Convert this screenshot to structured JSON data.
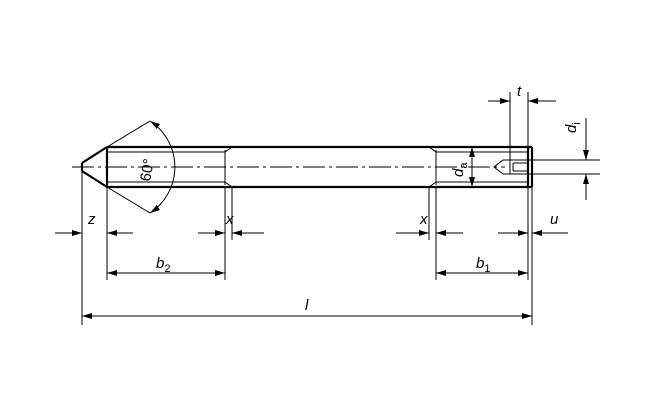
{
  "labels": {
    "z": "z",
    "x_left": "x",
    "x_right": "x",
    "u": "u",
    "b2_main": "b",
    "b2_sub": "2",
    "b1_main": "b",
    "b1_sub": "1",
    "l": "l",
    "t": "t",
    "di_main": "d",
    "di_sub": "i",
    "da_main": "d",
    "da_sub": "a",
    "angle": "60°"
  }
}
